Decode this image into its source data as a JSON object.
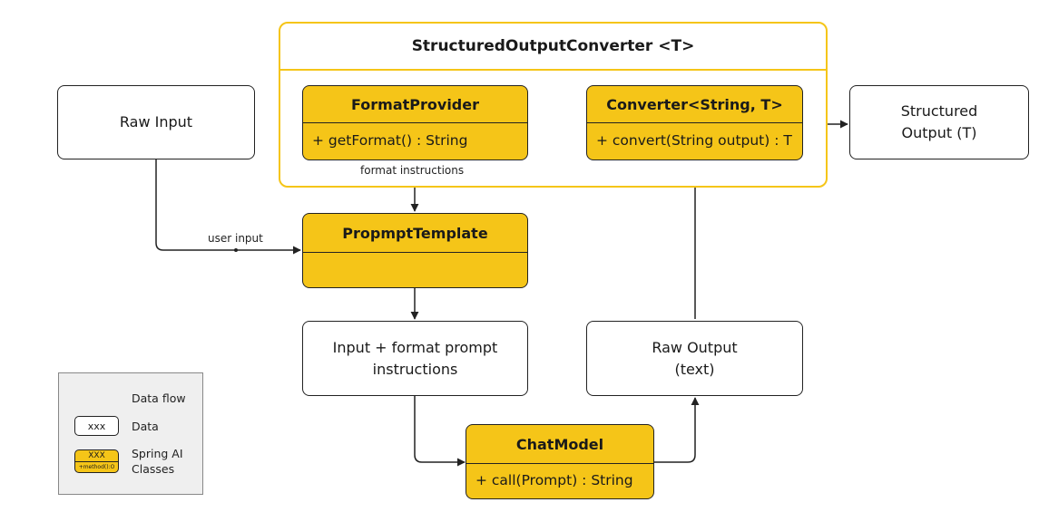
{
  "converter_container": {
    "title": "StructuredOutputConverter <T>"
  },
  "nodes": {
    "raw_input": {
      "label": "Raw Input"
    },
    "structured_output": {
      "label": "Structured\nOutput (T)"
    },
    "input_format_prompt": {
      "label": "Input + format prompt\ninstructions"
    },
    "raw_output": {
      "label": "Raw Output\n(text)"
    }
  },
  "classes": {
    "format_provider": {
      "name": "FormatProvider",
      "method": "+ getFormat() : String"
    },
    "converter": {
      "name": "Converter<String, T>",
      "method": "+ convert(String output) : T"
    },
    "prompt_template": {
      "name": "PropmptTemplate",
      "method": ""
    },
    "chat_model": {
      "name": "ChatModel",
      "method": "+ call(Prompt) : String"
    }
  },
  "edge_labels": {
    "format_instructions": "format instructions",
    "user_input": "user input"
  },
  "legend": {
    "data_flow": "Data flow",
    "data_sample": "xxx",
    "data": "Data",
    "class_sample_name": "XXX",
    "class_sample_method": "+method():O",
    "classes": "Spring AI\nClasses"
  },
  "colors": {
    "accent": "#f5c518",
    "stroke": "#222222",
    "legend_bg": "#efefef"
  }
}
